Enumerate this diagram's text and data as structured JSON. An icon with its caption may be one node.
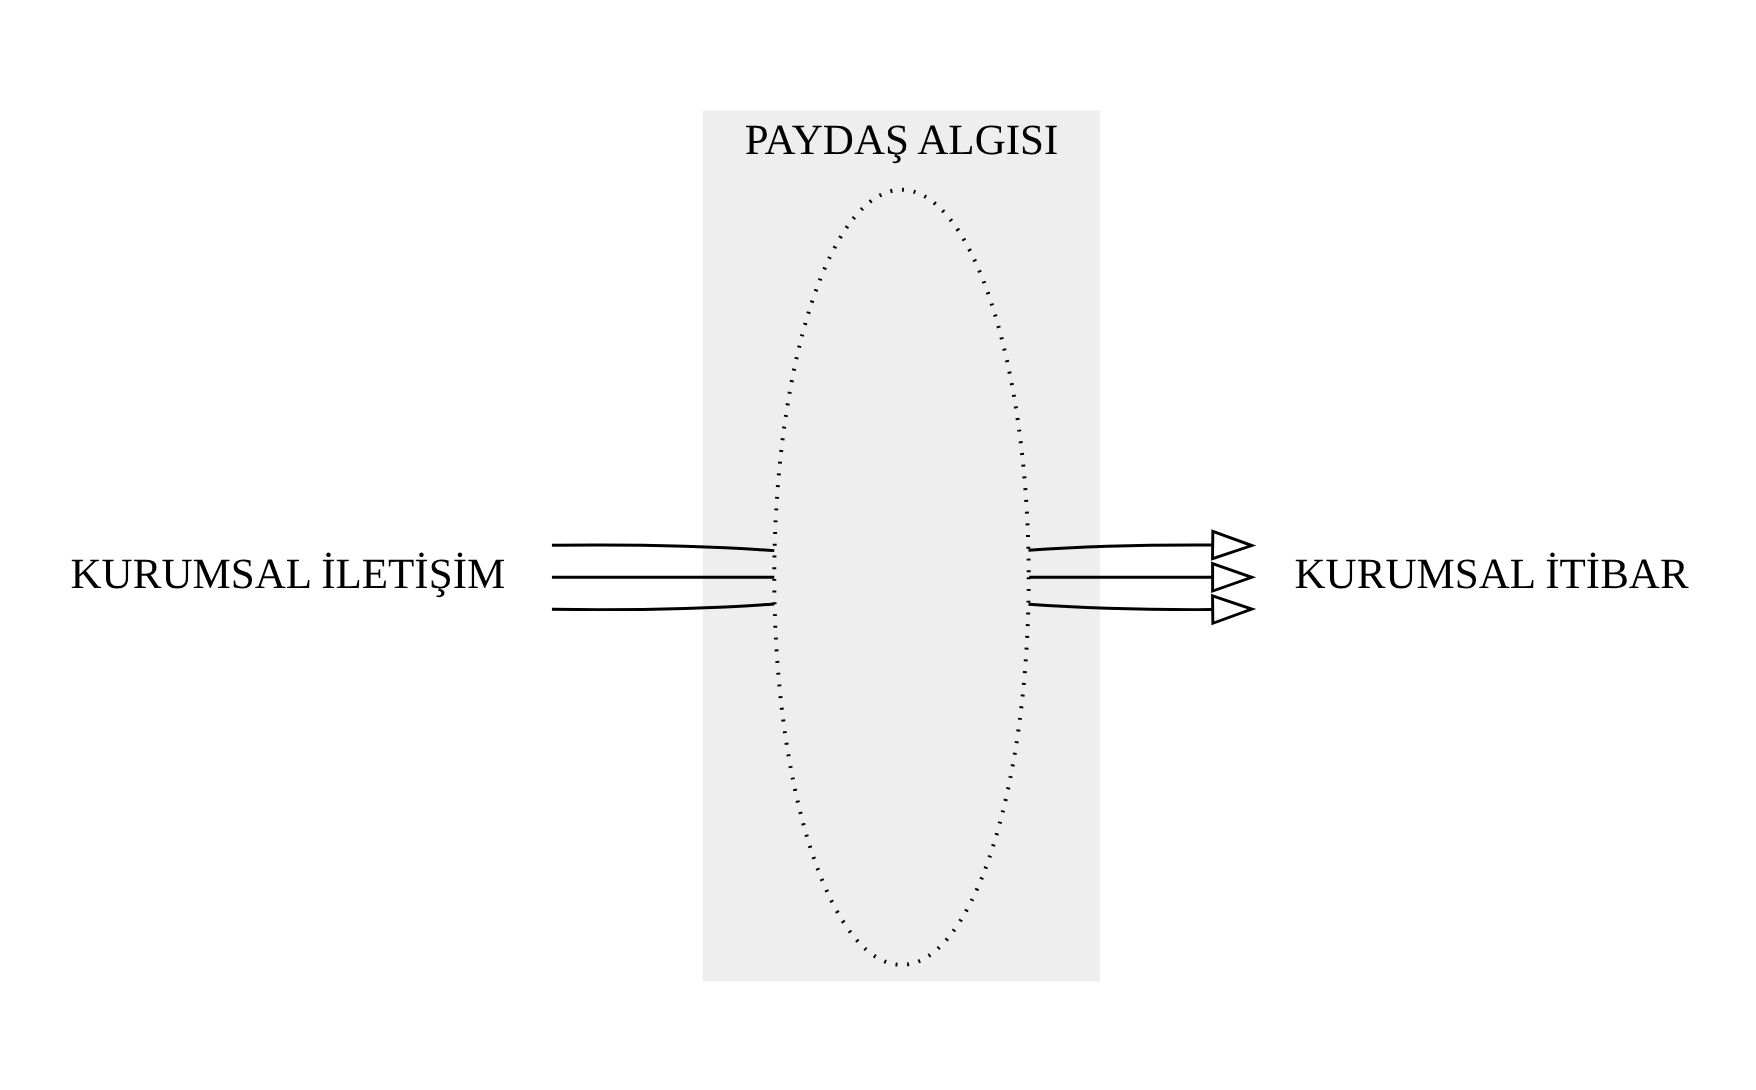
{
  "diagram": {
    "nodes": [
      {
        "text": [
          "KURUMSAL İLETİŞİM"
        ]
      },
      {
        "text": [
          "PAYDAŞ ALGISI"
        ]
      },
      {
        "text": [],
        "shape": "ellipse",
        "in": 1
      },
      {
        "text": [
          "KURUMSAL İTİBAR"
        ]
      }
    ],
    "edges": [
      {
        "from": 0,
        "to": 2,
        "arrow": "none"
      },
      {
        "from": 0,
        "to": 2,
        "arrow": "none"
      },
      {
        "from": 0,
        "to": 2,
        "arrow": "none"
      },
      {
        "from": 2,
        "to": 3,
        "arrow": "to"
      },
      {
        "from": 2,
        "to": 3,
        "arrow": "to"
      },
      {
        "from": 2,
        "to": 3,
        "arrow": "to"
      }
    ]
  }
}
